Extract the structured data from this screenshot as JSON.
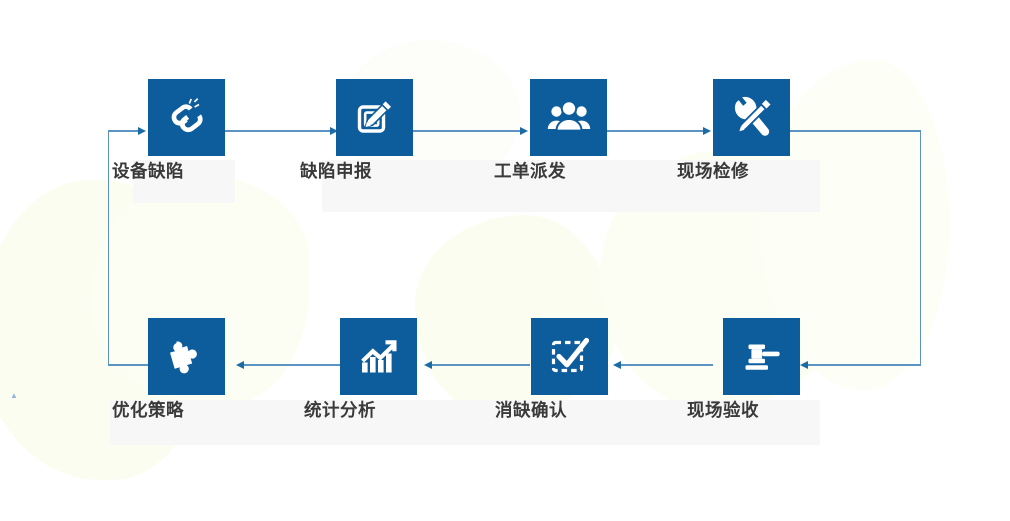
{
  "diagram": {
    "type": "cyclical-flowchart",
    "title": "",
    "accent_color": "#0d5c9c",
    "line_color": "#5b93c2",
    "arrow_color": "#1d6ba5",
    "label_band_color": "#f7f7f7",
    "label_text_color": "#3a3a3a",
    "background_color": "#ffffff",
    "direction": "left-to-right top row, right-to-left bottom row, looping back",
    "nodes": [
      {
        "id": "equipment-defect",
        "label": "设备缺陷",
        "icon": "broken-chain-icon",
        "row": "top",
        "order": 1
      },
      {
        "id": "defect-report",
        "label": "缺陷申报",
        "icon": "edit-pencil-icon",
        "row": "top",
        "order": 2
      },
      {
        "id": "work-order-assign",
        "label": "工单派发",
        "icon": "people-group-icon",
        "row": "top",
        "order": 3
      },
      {
        "id": "onsite-repair",
        "label": "现场检修",
        "icon": "tools-icon",
        "row": "top",
        "order": 4
      },
      {
        "id": "onsite-acceptance",
        "label": "现场验收",
        "icon": "gavel-icon",
        "row": "bottom",
        "order": 5
      },
      {
        "id": "defect-clear-confirm",
        "label": "消缺确认",
        "icon": "dashed-check-icon",
        "row": "bottom",
        "order": 6
      },
      {
        "id": "statistical-analysis",
        "label": "统计分析",
        "icon": "bar-chart-trend-icon",
        "row": "bottom",
        "order": 7
      },
      {
        "id": "optimization-strategy",
        "label": "优化策略",
        "icon": "puzzle-piece-icon",
        "row": "bottom",
        "order": 8
      }
    ],
    "edges": [
      {
        "from": "equipment-defect",
        "to": "defect-report",
        "style": "straight-right"
      },
      {
        "from": "defect-report",
        "to": "work-order-assign",
        "style": "straight-right"
      },
      {
        "from": "work-order-assign",
        "to": "onsite-repair",
        "style": "straight-right"
      },
      {
        "from": "onsite-repair",
        "to": "onsite-acceptance",
        "style": "elbow-right-down-left"
      },
      {
        "from": "onsite-acceptance",
        "to": "defect-clear-confirm",
        "style": "straight-left"
      },
      {
        "from": "defect-clear-confirm",
        "to": "statistical-analysis",
        "style": "straight-left"
      },
      {
        "from": "statistical-analysis",
        "to": "optimization-strategy",
        "style": "straight-left"
      },
      {
        "from": "optimization-strategy",
        "to": "equipment-defect",
        "style": "elbow-left-up-right"
      }
    ]
  }
}
